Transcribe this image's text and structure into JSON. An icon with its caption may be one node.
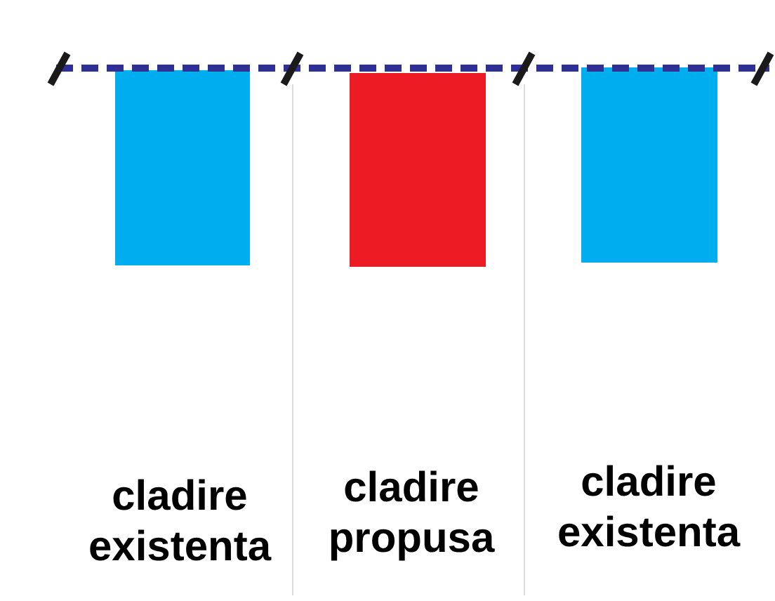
{
  "diagram": {
    "nodes": [
      {
        "text": [],
        "shape": "box"
      },
      {
        "text": [],
        "shape": "box"
      },
      {
        "text": [],
        "shape": "box"
      }
    ],
    "labels": [
      "cladire existenta",
      "cladire propusa",
      "cladire existenta"
    ]
  }
}
